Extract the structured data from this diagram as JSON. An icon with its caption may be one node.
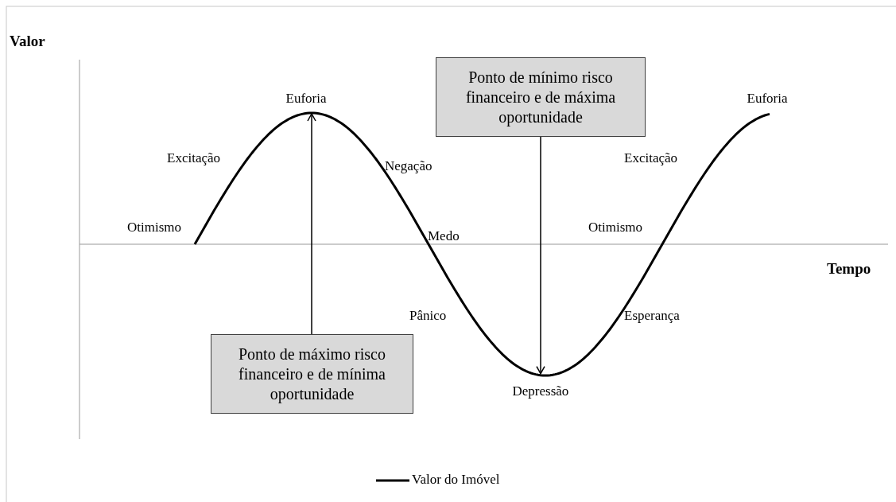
{
  "diagram": {
    "nodes": [
      {
        "text": [
          "Ponto de mínimo risco financeiro e de máxima oportunidade"
        ]
      },
      {
        "text": [
          "Ponto de máximo risco financeiro e de mínima oportunidade"
        ]
      },
      {
        "text": [
          "Euforia"
        ]
      },
      {
        "text": [
          "Depressão"
        ]
      }
    ],
    "edges": [
      {
        "from": 0,
        "to": 3,
        "arrow": "to"
      },
      {
        "from": 1,
        "to": 2,
        "arrow": "to"
      }
    ],
    "labels": [
      "Valor",
      "Euforia",
      "Excitação",
      "Excitação",
      "Negação",
      "Otimismo",
      "Medo",
      "Otimismo",
      "Tempo",
      "Pânico",
      "Esperança"
    ],
    "legend": [
      {
        "text": "Valor do Imóvel"
      }
    ]
  }
}
